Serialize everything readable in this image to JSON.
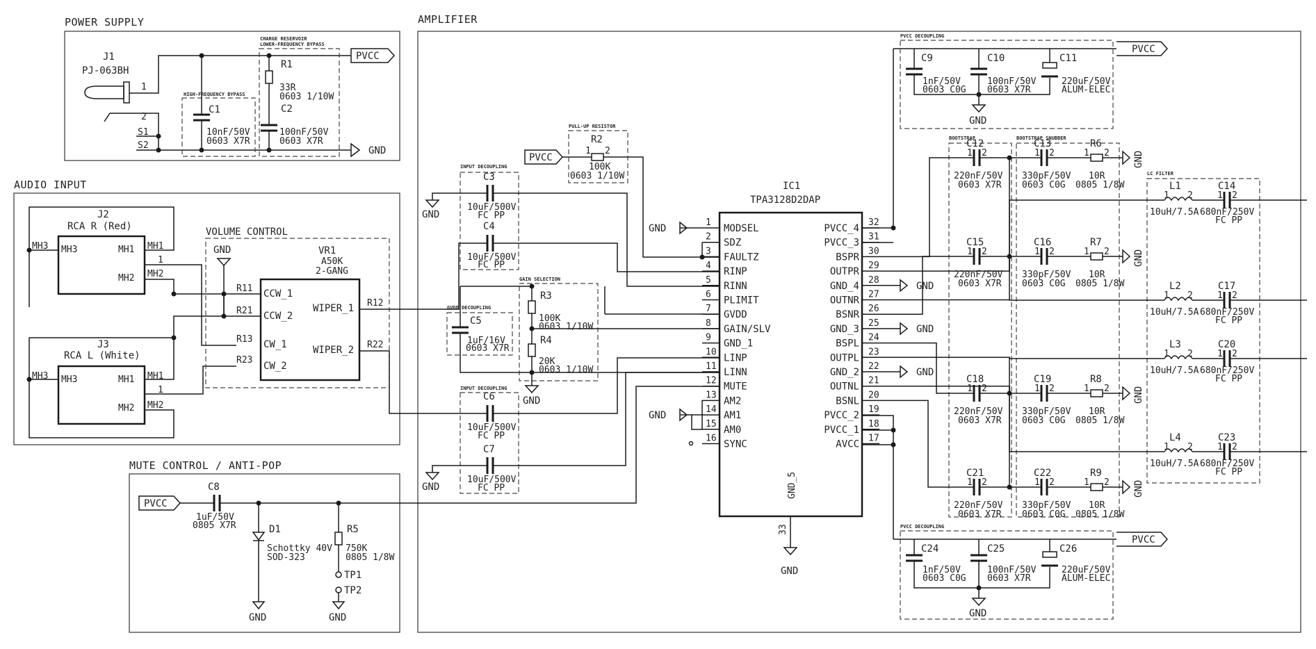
{
  "sections": {
    "power": "POWER SUPPLY",
    "audio": "AUDIO INPUT",
    "mute": "MUTE CONTROL / ANTI-POP",
    "amp": "AMPLIFIER",
    "volume": "VOLUME CONTROL"
  },
  "subgroups": {
    "hf_bypass": "HIGH-FREQUENCY BYPASS",
    "charge1": "CHARGE RESERVOIR",
    "charge2": "LOWER-FREQUENCY BYPASS",
    "pullup": "PULL-UP RESISTOR",
    "input_dec_top": "INPUT DECOUPLING",
    "input_dec_bot": "INPUT DECOUPLING",
    "gain_sel": "GAIN SELECTION",
    "gvdd": "GVDD DECOUPLING",
    "pvcc_dec_top": "PVCC DECOUPLING",
    "pvcc_dec_bot": "PVCC DECOUPLING",
    "bootstrap": "BOOTSTRAP",
    "bs_snubber": "BOOTSTRAP SNUBBER",
    "lc_filter": "LC FILTER"
  },
  "nets": {
    "pvcc": "PVCC",
    "gnd": "GND"
  },
  "j1": {
    "ref": "J1",
    "part": "PJ-063BH",
    "p1": "1",
    "p2": "2",
    "s1": "S1",
    "s2": "S2"
  },
  "j2": {
    "ref": "J2",
    "name": "RCA R (Red)",
    "mh1": "MH1",
    "mh2": "MH2",
    "mh3": "MH3",
    "p1": "1"
  },
  "j3": {
    "ref": "J3",
    "name": "RCA L (White)",
    "mh1": "MH1",
    "mh2": "MH2",
    "mh3": "MH3",
    "p1": "1"
  },
  "vr1": {
    "ref": "VR1",
    "val": "A50K",
    "type": "2-GANG",
    "ccw1": "CCW_1",
    "ccw2": "CCW_2",
    "cw1": "CW_1",
    "cw2": "CW_2",
    "wiper1": "WIPER_1",
    "wiper2": "WIPER_2",
    "r11": "R11",
    "r21": "R21",
    "r13": "R13",
    "r23": "R23",
    "r12": "R12",
    "r22": "R22"
  },
  "power_parts": {
    "r1": {
      "ref": "R1",
      "val": "33R",
      "pkg": "0603 1/10W"
    },
    "c1": {
      "ref": "C1",
      "val": "10nF/50V",
      "pkg": "0603 X7R"
    },
    "c2": {
      "ref": "C2",
      "val": "100nF/50V",
      "pkg": "0603 X7R"
    }
  },
  "mute_parts": {
    "c8": {
      "ref": "C8",
      "val": "1uF/50V",
      "pkg": "0805 X7R"
    },
    "d1": {
      "ref": "D1",
      "val": "Schottky 40V",
      "pkg": "SOD-323"
    },
    "r5": {
      "ref": "R5",
      "val": "750K",
      "pkg": "0805 1/8W"
    },
    "tp1": "TP1",
    "tp2": "TP2"
  },
  "amp_parts": {
    "r2": {
      "ref": "R2",
      "val": "100K",
      "pkg": "0603 1/10W"
    },
    "c3": {
      "ref": "C3",
      "val": "10uF/500V",
      "pkg": "FC PP"
    },
    "c4": {
      "ref": "C4",
      "val": "10uF/500V",
      "pkg": "FC PP"
    },
    "c6": {
      "ref": "C6",
      "val": "10uF/500V",
      "pkg": "FC PP"
    },
    "c7": {
      "ref": "C7",
      "val": "10uF/500V",
      "pkg": "FC PP"
    },
    "c5": {
      "ref": "C5",
      "val": "1uF/16V",
      "pkg": "0603 X7R"
    },
    "r3": {
      "ref": "R3",
      "val": "100K",
      "pkg": "0603 1/10W"
    },
    "r4": {
      "ref": "R4",
      "val": "20K",
      "pkg": "0603 1/10W"
    }
  },
  "pin_nums": {
    "one": "1",
    "two": "2"
  },
  "ic1": {
    "ref": "IC1",
    "part": "TPA3128D2DAP",
    "left_pins": [
      {
        "num": "1",
        "name": "MODSEL"
      },
      {
        "num": "2",
        "name": "SDZ"
      },
      {
        "num": "3",
        "name": "FAULTZ"
      },
      {
        "num": "4",
        "name": "RINP"
      },
      {
        "num": "5",
        "name": "RINN"
      },
      {
        "num": "6",
        "name": "PLIMIT"
      },
      {
        "num": "7",
        "name": "GVDD"
      },
      {
        "num": "8",
        "name": "GAIN/SLV"
      },
      {
        "num": "9",
        "name": "GND_1"
      },
      {
        "num": "10",
        "name": "LINP"
      },
      {
        "num": "11",
        "name": "LINN"
      },
      {
        "num": "12",
        "name": "MUTE"
      },
      {
        "num": "13",
        "name": "AM2"
      },
      {
        "num": "14",
        "name": "AM1"
      },
      {
        "num": "15",
        "name": "AM0"
      },
      {
        "num": "16",
        "name": "SYNC"
      }
    ],
    "right_pins": [
      {
        "num": "32",
        "name": "PVCC_4"
      },
      {
        "num": "31",
        "name": "PVCC_3"
      },
      {
        "num": "30",
        "name": "BSPR"
      },
      {
        "num": "29",
        "name": "OUTPR"
      },
      {
        "num": "28",
        "name": "GND_4"
      },
      {
        "num": "27",
        "name": "OUTNR"
      },
      {
        "num": "26",
        "name": "BSNR"
      },
      {
        "num": "25",
        "name": "GND_3"
      },
      {
        "num": "24",
        "name": "BSPL"
      },
      {
        "num": "23",
        "name": "OUTPL"
      },
      {
        "num": "22",
        "name": "GND_2"
      },
      {
        "num": "21",
        "name": "OUTNL"
      },
      {
        "num": "20",
        "name": "BSNL"
      },
      {
        "num": "19",
        "name": "PVCC_2"
      },
      {
        "num": "18",
        "name": "PVCC_1"
      },
      {
        "num": "17",
        "name": "AVCC"
      }
    ],
    "bottom_pin": {
      "num": "33",
      "name": "GND_5"
    }
  },
  "pvcc_dec_top": [
    {
      "ref": "C9",
      "val": "1nF/50V",
      "pkg": "0603 C0G"
    },
    {
      "ref": "C10",
      "val": "100nF/50V",
      "pkg": "0603 X7R"
    },
    {
      "ref": "C11",
      "val": "220uF/50V",
      "pkg": "ALUM-ELEC"
    }
  ],
  "pvcc_dec_bot": [
    {
      "ref": "C24",
      "val": "1nF/50V",
      "pkg": "0603 C0G"
    },
    {
      "ref": "C25",
      "val": "100nF/50V",
      "pkg": "0603 X7R"
    },
    {
      "ref": "C26",
      "val": "220uF/50V",
      "pkg": "ALUM-ELEC"
    }
  ],
  "output_rows": [
    {
      "boot": {
        "ref": "C12",
        "val": "220nF/50V",
        "pkg": "0603 X7R"
      },
      "snub_c": {
        "ref": "C13",
        "val": "330pF/50V",
        "pkg": "0603 C0G"
      },
      "snub_r": {
        "ref": "R6",
        "val": "10R",
        "pkg": "0805 1/8W"
      },
      "ind": {
        "ref": "L1",
        "val": "10uH/7.5A"
      },
      "cap": {
        "ref": "C14",
        "val": "680nF/250V",
        "pkg": "FC PP"
      }
    },
    {
      "boot": {
        "ref": "C15",
        "val": "220nF/50V",
        "pkg": "0603 X7R"
      },
      "snub_c": {
        "ref": "C16",
        "val": "330pF/50V",
        "pkg": "0603 C0G"
      },
      "snub_r": {
        "ref": "R7",
        "val": "10R",
        "pkg": "0805 1/8W"
      },
      "ind": {
        "ref": "L2",
        "val": "10uH/7.5A"
      },
      "cap": {
        "ref": "C17",
        "val": "680nF/250V",
        "pkg": "FC PP"
      }
    },
    {
      "boot": {
        "ref": "C18",
        "val": "220nF/50V",
        "pkg": "0603 X7R"
      },
      "snub_c": {
        "ref": "C19",
        "val": "330pF/50V",
        "pkg": "0603 C0G"
      },
      "snub_r": {
        "ref": "R8",
        "val": "10R",
        "pkg": "0805 1/8W"
      },
      "ind": {
        "ref": "L3",
        "val": "10uH/7.5A"
      },
      "cap": {
        "ref": "C20",
        "val": "680nF/250V",
        "pkg": "FC PP"
      }
    },
    {
      "boot": {
        "ref": "C21",
        "val": "220nF/50V",
        "pkg": "0603 X7R"
      },
      "snub_c": {
        "ref": "C22",
        "val": "330pF/50V",
        "pkg": "0603 C0G"
      },
      "snub_r": {
        "ref": "R9",
        "val": "10R",
        "pkg": "0805 1/8W"
      },
      "ind": {
        "ref": "L4",
        "val": "10uH/7.5A"
      },
      "cap": {
        "ref": "C23",
        "val": "680nF/250V",
        "pkg": "FC PP"
      }
    }
  ]
}
